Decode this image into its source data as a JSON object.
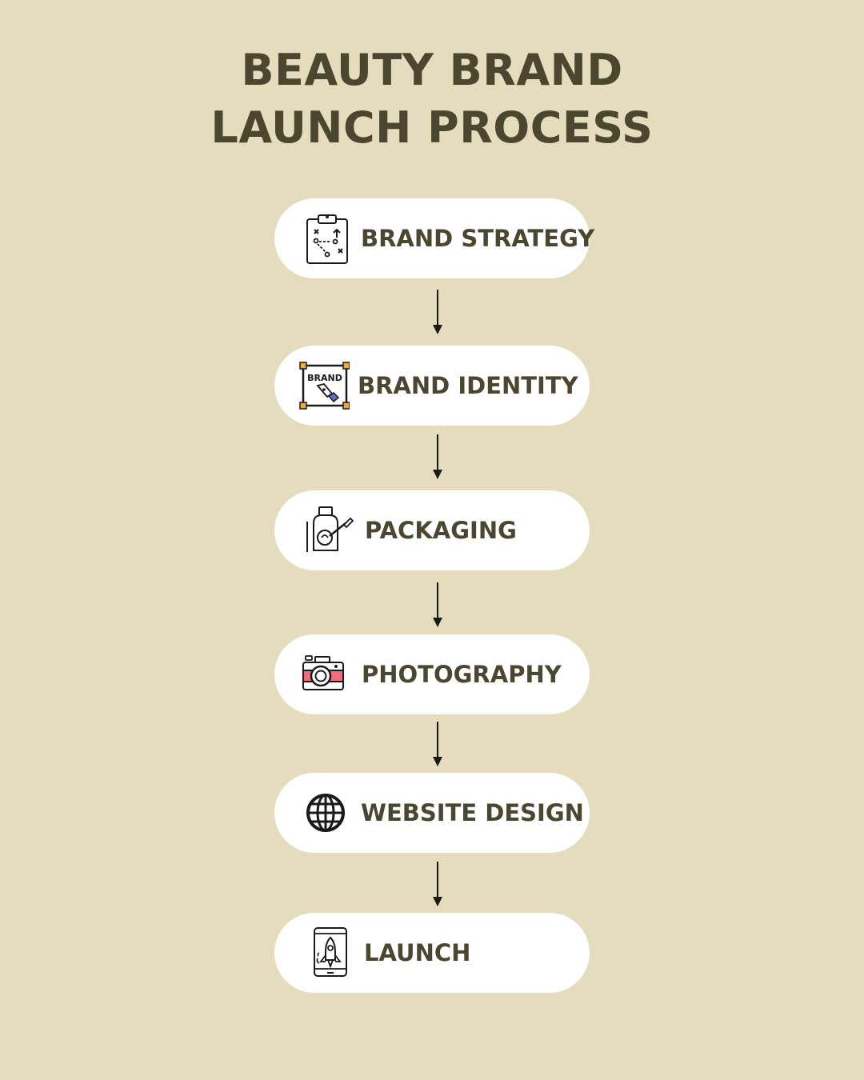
{
  "title": {
    "line1": "BEAUTY BRAND",
    "line2": "LAUNCH PROCESS"
  },
  "colors": {
    "background": "#e4dcbd",
    "text": "#4a4630",
    "card": "#ffffff",
    "accent_red": "#f26d7a",
    "accent_blue": "#5b6fc4",
    "accent_orange": "#f2a93b"
  },
  "steps": [
    {
      "label": "BRAND STRATEGY",
      "icon": "clipboard-strategy-icon"
    },
    {
      "label": "BRAND IDENTITY",
      "icon": "brand-frame-pen-icon"
    },
    {
      "label": "PACKAGING",
      "icon": "packaging-bottle-brush-icon"
    },
    {
      "label": "PHOTOGRAPHY",
      "icon": "camera-icon"
    },
    {
      "label": "WEBSITE DESIGN",
      "icon": "globe-icon"
    },
    {
      "label": "LAUNCH",
      "icon": "rocket-tablet-icon"
    }
  ],
  "icon_text": {
    "brand_badge": "BRAND"
  }
}
